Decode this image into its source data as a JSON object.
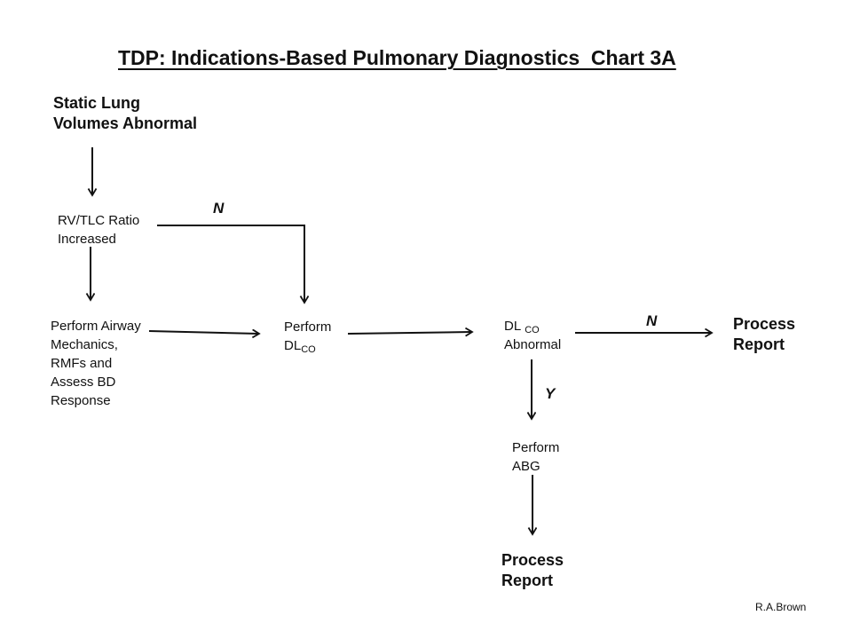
{
  "title": "TDP: Indications-Based Pulmonary Diagnostics  Chart 3A",
  "credit": "R.A.Brown",
  "colors": {
    "ink": "#111111",
    "background": "#ffffff"
  },
  "nodes": {
    "static_lung": {
      "line1": "Static Lung",
      "line2": "Volumes Abnormal"
    },
    "rv_tlc": {
      "line1": "RV/TLC Ratio",
      "line2": "Increased"
    },
    "perform_airway": {
      "line1": "Perform Airway",
      "line2": "Mechanics,",
      "line3": "RMFs and",
      "line4": "Assess BD",
      "line5": "Response"
    },
    "perform_dlco": {
      "line1": "Perform",
      "line2_main": "DL",
      "line2_sub": "CO"
    },
    "dlco_abnormal": {
      "line1_main": "DL",
      "line1_sub": "CO",
      "line2": "Abnormal"
    },
    "process_report_right": {
      "line1": "Process",
      "line2": "Report"
    },
    "perform_abg": {
      "line1": "Perform",
      "line2": "ABG"
    },
    "process_report_bottom": {
      "line1": "Process",
      "line2": "Report"
    }
  },
  "labels": {
    "no_top": "N",
    "no_right": "N",
    "yes": "Y"
  }
}
